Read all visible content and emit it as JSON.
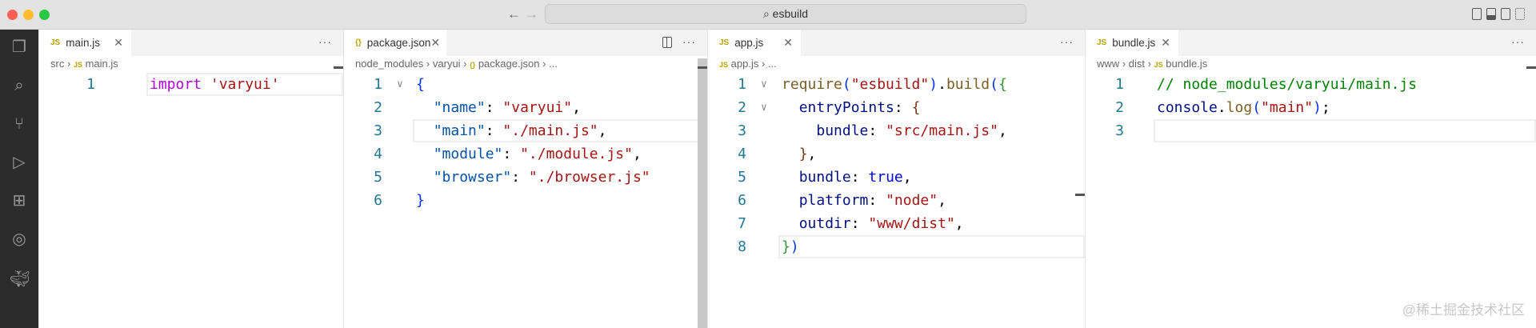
{
  "window": {
    "search_text": "esbuild",
    "back": "←",
    "forward": "→",
    "search_icon": "⌕"
  },
  "colors": {
    "keyword": "#af00db",
    "string": "#a31515",
    "number": "#237893",
    "comment": "#008000"
  },
  "panels": [
    {
      "tab": "main.js",
      "tab_icon": "JS",
      "crumbs": [
        "src",
        "›",
        "JS",
        "main.js"
      ],
      "active_line": 1,
      "lines": [
        [
          [
            "import ",
            "kw"
          ],
          [
            "'varyui'",
            "str"
          ]
        ]
      ]
    },
    {
      "tab": "package.json",
      "tab_icon": "{}",
      "crumbs": [
        "node_modules",
        "›",
        "varyui",
        "›",
        "{}",
        "package.json",
        "›",
        "..."
      ],
      "active_line": 3,
      "lines": [
        [
          [
            "{",
            "b1"
          ]
        ],
        [
          [
            "  ",
            "p"
          ],
          [
            "\"name\"",
            "key"
          ],
          [
            ": ",
            "p"
          ],
          [
            "\"varyui\"",
            "str"
          ],
          [
            ",",
            "p"
          ]
        ],
        [
          [
            "  ",
            "p"
          ],
          [
            "\"main\"",
            "key"
          ],
          [
            ": ",
            "p"
          ],
          [
            "\"./main.js\"",
            "str"
          ],
          [
            ",",
            "p"
          ]
        ],
        [
          [
            "  ",
            "p"
          ],
          [
            "\"module\"",
            "key"
          ],
          [
            ": ",
            "p"
          ],
          [
            "\"./module.js\"",
            "str"
          ],
          [
            ",",
            "p"
          ]
        ],
        [
          [
            "  ",
            "p"
          ],
          [
            "\"browser\"",
            "key"
          ],
          [
            ": ",
            "p"
          ],
          [
            "\"./browser.js\"",
            "str"
          ]
        ],
        [
          [
            "}",
            "b1"
          ]
        ]
      ]
    },
    {
      "tab": "app.js",
      "tab_icon": "JS",
      "crumbs": [
        "JS",
        "app.js",
        "›",
        "..."
      ],
      "active_line": 8,
      "lines": [
        [
          [
            "require",
            "fn"
          ],
          [
            "(",
            "b1"
          ],
          [
            "\"esbuild\"",
            "str"
          ],
          [
            ")",
            "b1"
          ],
          [
            ".",
            "p"
          ],
          [
            "build",
            "fn"
          ],
          [
            "(",
            "b1"
          ],
          [
            "{",
            "b2"
          ]
        ],
        [
          [
            "  ",
            "p"
          ],
          [
            "entryPoints",
            "var"
          ],
          [
            ": ",
            "p"
          ],
          [
            "{",
            "b3"
          ]
        ],
        [
          [
            "    ",
            "p"
          ],
          [
            "bundle",
            "var"
          ],
          [
            ": ",
            "p"
          ],
          [
            "\"src/main.js\"",
            "str"
          ],
          [
            ",",
            "p"
          ]
        ],
        [
          [
            "  ",
            "p"
          ],
          [
            "}",
            "b3"
          ],
          [
            ",",
            "p"
          ]
        ],
        [
          [
            "  ",
            "p"
          ],
          [
            "bundle",
            "var"
          ],
          [
            ": ",
            "p"
          ],
          [
            "true",
            "bool"
          ],
          [
            ",",
            "p"
          ]
        ],
        [
          [
            "  ",
            "p"
          ],
          [
            "platform",
            "var"
          ],
          [
            ": ",
            "p"
          ],
          [
            "\"node\"",
            "str"
          ],
          [
            ",",
            "p"
          ]
        ],
        [
          [
            "  ",
            "p"
          ],
          [
            "outdir",
            "var"
          ],
          [
            ": ",
            "p"
          ],
          [
            "\"www/dist\"",
            "str"
          ],
          [
            ",",
            "p"
          ]
        ],
        [
          [
            "}",
            "b2"
          ],
          [
            ")",
            "b1"
          ]
        ]
      ]
    },
    {
      "tab": "bundle.js",
      "tab_icon": "JS",
      "crumbs": [
        "www",
        "›",
        "dist",
        "›",
        "JS",
        "bundle.js"
      ],
      "active_line": 3,
      "lines": [
        [
          [
            "// node_modules/varyui/main.js",
            "cm"
          ]
        ],
        [
          [
            "console",
            "var"
          ],
          [
            ".",
            "p"
          ],
          [
            "log",
            "fn"
          ],
          [
            "(",
            "b1"
          ],
          [
            "\"main\"",
            "str"
          ],
          [
            ")",
            "b1"
          ],
          [
            ";",
            "p"
          ]
        ],
        []
      ]
    }
  ],
  "watermark": "@稀土掘金技术社区"
}
